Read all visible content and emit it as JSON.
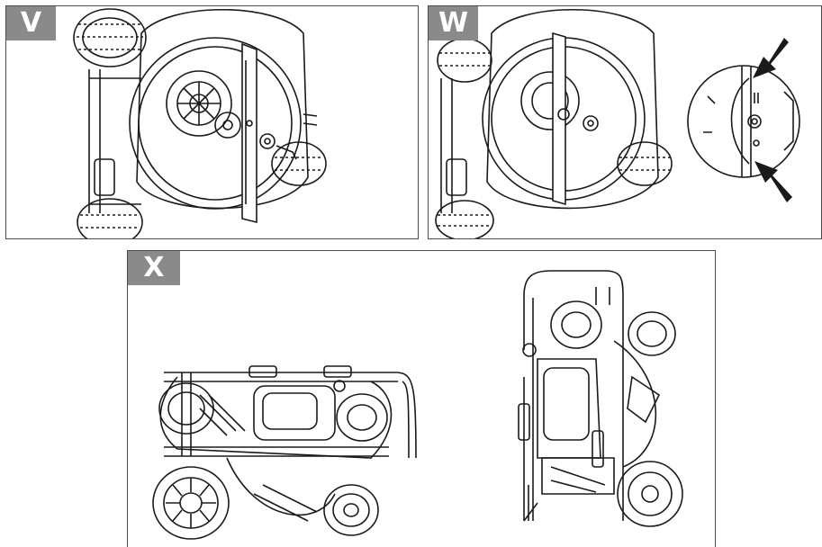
{
  "panels": {
    "v": {
      "label": "V"
    },
    "w": {
      "label": "W"
    },
    "x": {
      "label": "X"
    }
  },
  "colors": {
    "line": "#1a1a1a",
    "label_bg": "#8a8a8a",
    "label_text": "#ffffff",
    "border": "#4a4a4a"
  },
  "icons": {
    "arrow": "arrow-icon",
    "blade": "blade-icon",
    "wheel": "wheel-icon"
  }
}
